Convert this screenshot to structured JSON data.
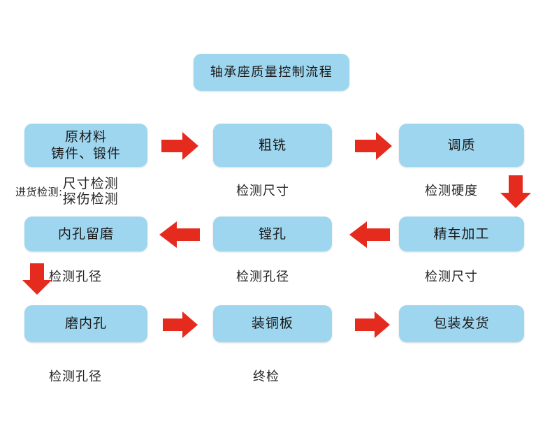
{
  "diagram": {
    "title": "轴承座质量控制流程",
    "background_color": "#ffffff",
    "box_color": "#9FD6EF",
    "arrow_color": "#E52B1E",
    "text_color": "#1a1a1a"
  },
  "nodes": {
    "title": "轴承座质量控制流程",
    "raw_material_line1": "原材料",
    "raw_material_line2": "铸件、锻件",
    "rough_milling": "粗铣",
    "quench_temper": "调质",
    "inner_hole_reserve_grind": "内孔留磨",
    "boring": "镗孔",
    "fine_turning": "精车加工",
    "grind_inner_hole": "磨内孔",
    "install_copper_plate": "装铜板",
    "package_ship": "包装发货"
  },
  "captions": {
    "incoming_prefix": "进货检测:",
    "incoming_item1": "尺寸检测",
    "incoming_item2": "探伤检测",
    "check_dimension_row1": "检测尺寸",
    "check_hardness": "检测硬度",
    "check_bore_left_row2": "检测孔径",
    "check_bore_mid_row2": "检测孔径",
    "check_dimension_row2": "检测尺寸",
    "check_bore_row3": "检测孔径",
    "final_inspection": "终检"
  },
  "arrows": {
    "a1": "arrow-right-icon",
    "a2": "arrow-right-icon",
    "a3": "arrow-down-icon",
    "a4": "arrow-left-icon",
    "a5": "arrow-left-icon",
    "a6": "arrow-down-icon",
    "a7": "arrow-right-icon",
    "a8": "arrow-right-icon"
  }
}
